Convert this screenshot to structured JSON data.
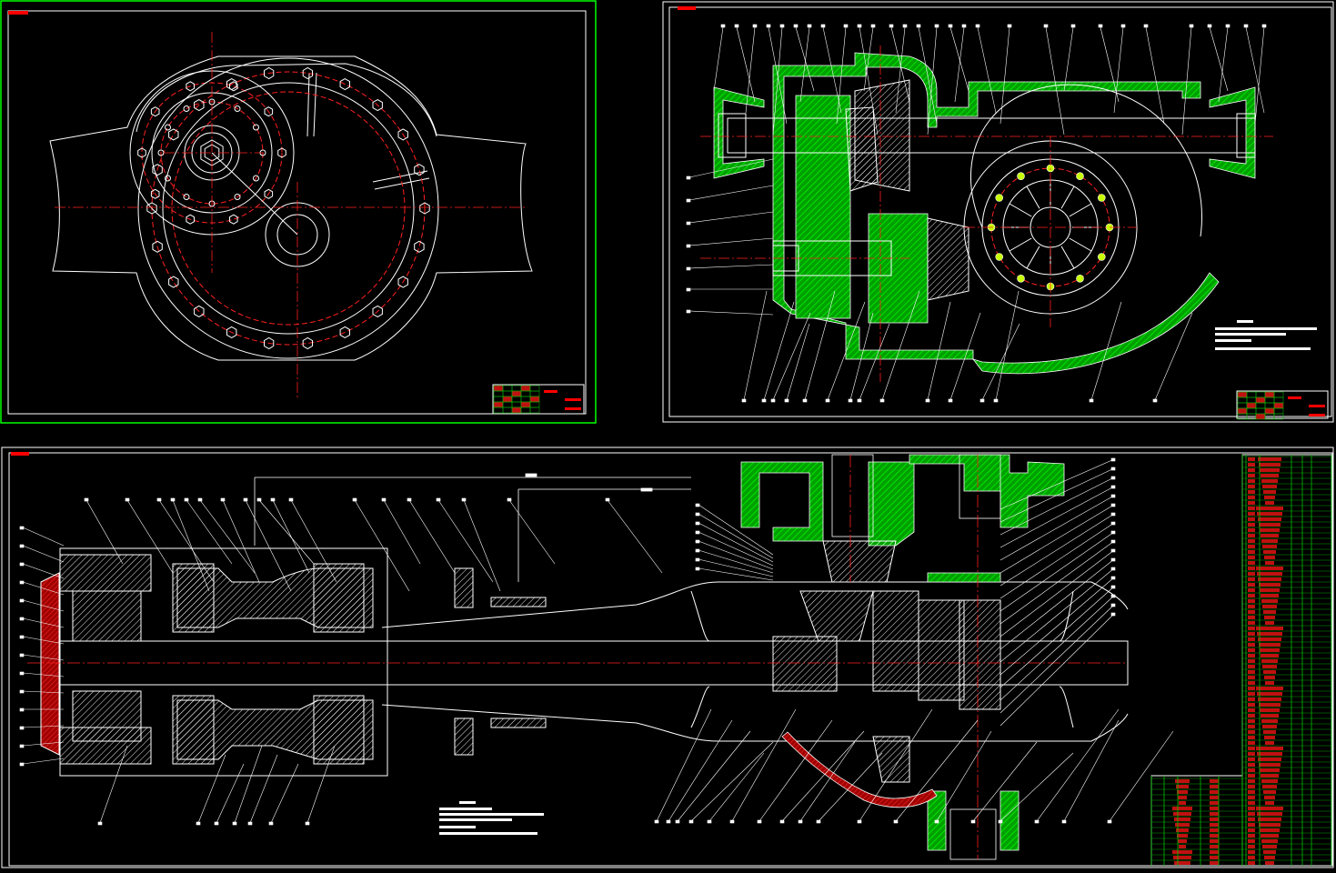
{
  "colors": {
    "background": "#000000",
    "outline": "#ffffff",
    "hatch": "#00c800",
    "border_green": "#00ff00",
    "centerline": "#ff2020",
    "bolt": "#ffff66",
    "table_red": "#d01010"
  },
  "sheets": [
    {
      "id": "sheet-1",
      "content": "housing-front-view",
      "tag_label": ""
    },
    {
      "id": "sheet-2",
      "content": "final-drive-section",
      "tag_label": ""
    },
    {
      "id": "sheet-3",
      "content": "half-shaft-assembly-section",
      "tag_label": ""
    }
  ],
  "parts_list": {
    "visible": true,
    "text": ""
  },
  "notes": {
    "visible": true,
    "text": ""
  }
}
